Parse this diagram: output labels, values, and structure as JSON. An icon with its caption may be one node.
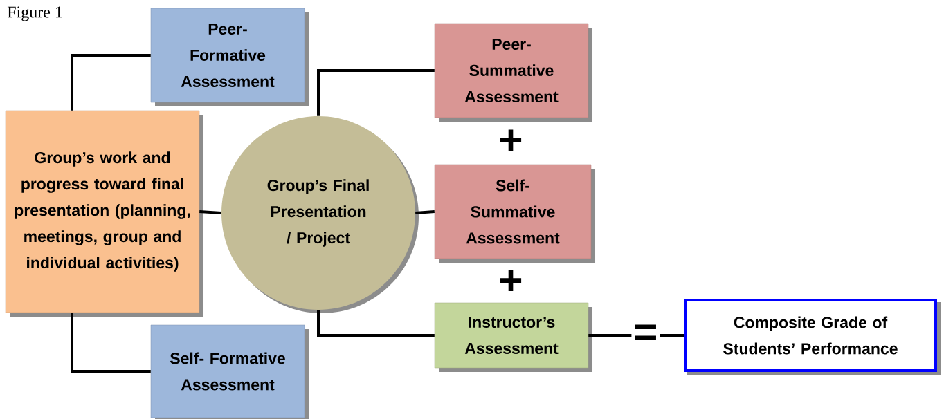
{
  "diagram": {
    "nodes": [
      {
        "text": [
          "Peer- Formative Assessment"
        ]
      },
      {
        "text": [
          "Group’s work and progress toward final presentation (planning, meetings, group and individual activities)"
        ]
      },
      {
        "text": [
          "Group’s Final Presentation / Project"
        ]
      },
      {
        "text": [
          "Peer- Summative Assessment"
        ]
      },
      {
        "text": [
          "Self- Summative Assessment"
        ]
      },
      {
        "text": [
          "Instructor’s Assessment"
        ]
      },
      {
        "text": [
          "Self- Formative Assessment"
        ]
      },
      {
        "text": [
          "Composite Grade of Students’ Performance"
        ]
      }
    ],
    "edges": [
      {
        "from": 1,
        "to": 0,
        "arrow": "none"
      },
      {
        "from": 1,
        "to": 6,
        "arrow": "none"
      },
      {
        "from": 1,
        "to": 2,
        "arrow": "none"
      },
      {
        "from": 2,
        "to": 3,
        "arrow": "none"
      },
      {
        "from": 2,
        "to": 4,
        "arrow": "none"
      },
      {
        "from": 2,
        "to": 5,
        "arrow": "none"
      },
      {
        "from": 5,
        "to": 7,
        "arrow": "none",
        "label": "="
      }
    ],
    "labels": [
      "Figure 1",
      "+",
      "+"
    ]
  }
}
